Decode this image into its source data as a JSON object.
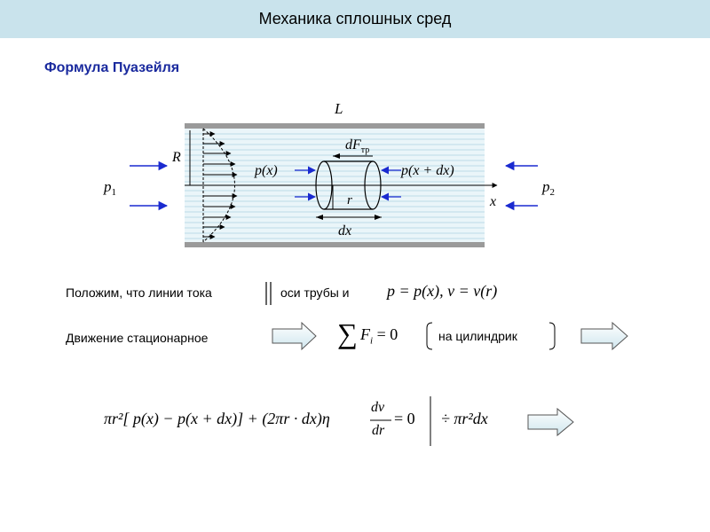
{
  "header": {
    "title": "Механика сплошных сред"
  },
  "slide": {
    "subtitle": "Формула Пуазейля"
  },
  "diagram": {
    "length_label": "L",
    "radius_label": "R",
    "friction_force_label": "dF",
    "friction_force_subscript": "тр",
    "pressure_left_inner": "p(x)",
    "pressure_right_inner": "p(x + dx)",
    "r_label": "r",
    "dx_label": "dx",
    "x_axis_label": "x",
    "p1_label": "p",
    "p1_subscript": "1",
    "p2_label": "p",
    "p2_subscript": "2"
  },
  "line1": {
    "text_a": "Положим, что линии тока",
    "text_b": "оси трубы и",
    "formula": "p = p(x),  v = v(r)"
  },
  "line2": {
    "text": "Движение стационарное",
    "sum_symbol": "∑",
    "sum_expr": "F",
    "sum_sub": "i",
    "sum_rhs": "= 0",
    "bracket_text": "на цилиндрик"
  },
  "equation": {
    "lhs": "πr²[ p(x) − p(x + dx)] + (2πr · dx)η",
    "frac_num": "dv",
    "frac_den": "dr",
    "rhs": "= 0",
    "divide": "÷ πr²dx"
  },
  "colors": {
    "header_bg": "#c9e3ec",
    "subtitle": "#1a2a9e",
    "arrow_blue": "#1a2ad0",
    "pipe_wall": "#9a9a9a",
    "fluid_lines": "#bcdbe8"
  }
}
